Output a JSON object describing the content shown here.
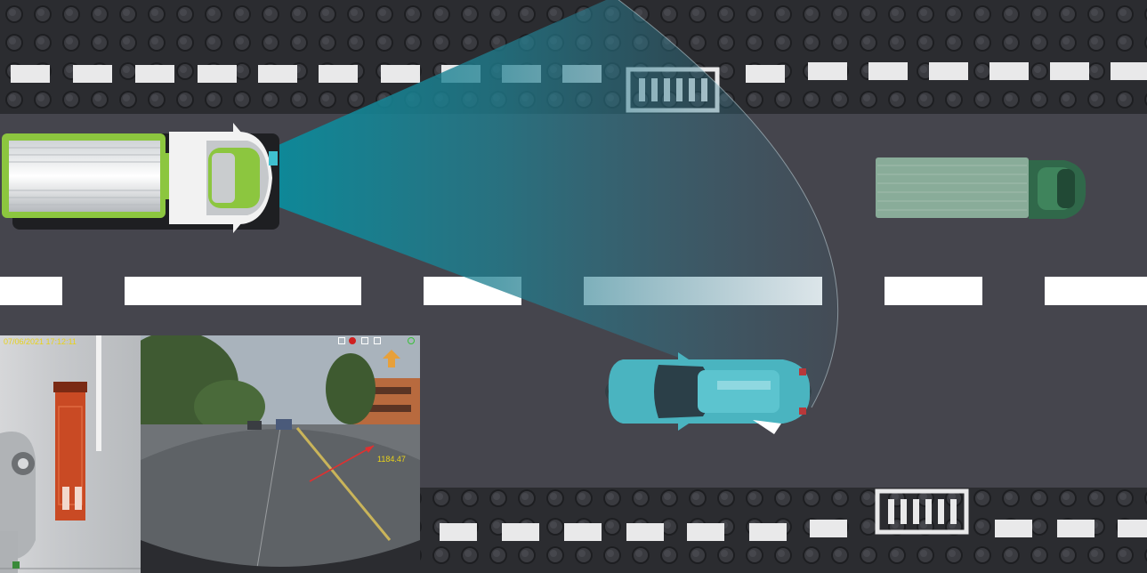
{
  "monitor": {
    "timestamp": "07/06/2021 17:12:11",
    "distance": "1184.47"
  },
  "colors": {
    "asphalt": "#45454d",
    "sidewalk": "#2e2f33",
    "lane_marking": "#ffffff",
    "radar_beam": "#1a8a9a",
    "ego_truck_body": "#8cc63f",
    "target_truck_body": "#3a8a5a",
    "target_car_body": "#4ab4c0",
    "overlay_text": "#e8d21a",
    "warning_arrow": "#e03030"
  },
  "icons": [
    "ego-truck-icon",
    "target-truck-icon",
    "target-car-icon",
    "radar-beam",
    "crosswalk-marking-icon",
    "warning-arrow-icon",
    "record-icon",
    "gps-icon",
    "up-arrow-icon"
  ]
}
